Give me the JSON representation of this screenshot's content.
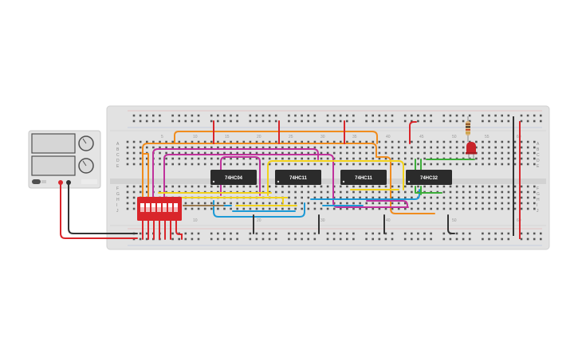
{
  "circuit": {
    "chips": [
      {
        "label": "74HC04"
      },
      {
        "label": "74HC11"
      },
      {
        "label": "74HC11"
      },
      {
        "label": "74HC32"
      }
    ],
    "row_letters_top": [
      "A",
      "B",
      "C",
      "D",
      "E"
    ],
    "row_letters_bottom": [
      "F",
      "G",
      "H",
      "I",
      "J"
    ],
    "column_numbers": [
      "5",
      "10",
      "15",
      "20",
      "25",
      "30",
      "35",
      "40",
      "45",
      "50",
      "55",
      "60"
    ],
    "power_supply": {
      "knob_top_label": "",
      "knob_bottom_label": "",
      "switch_label": "",
      "model_label": ""
    },
    "colors": {
      "breadboard": "#e1e1e1",
      "chip": "#2b2b2b",
      "dip_switch": "#d9252a",
      "wire_orange": "#f08c1e",
      "wire_magenta": "#c0329c",
      "wire_yellow": "#f2d21a",
      "wire_blue": "#1e9ad6",
      "wire_red": "#d9252a",
      "wire_black": "#333333",
      "wire_green": "#3dae3a",
      "wire_brown": "#9a7a4e",
      "led": "#c8242a"
    }
  }
}
